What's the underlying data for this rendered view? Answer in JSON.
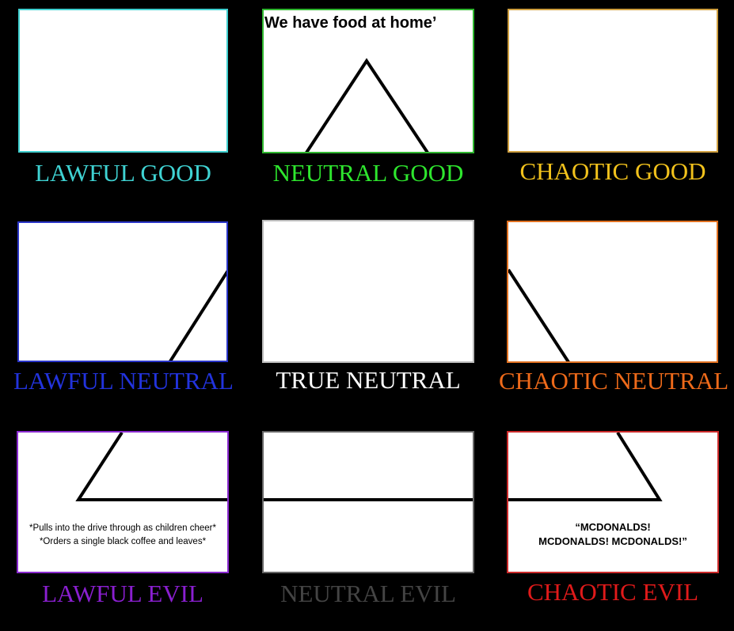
{
  "chart_grid": {
    "cells": [
      {
        "id": "lg",
        "label": "LAWFUL GOOD",
        "color": "#3fd3d3",
        "border": "#40d0d0"
      },
      {
        "id": "ng",
        "label": "NEUTRAL GOOD",
        "color": "#2ee62e",
        "border": "#2fb72f",
        "caption": "We have food at home’"
      },
      {
        "id": "cg",
        "label": "CHAOTIC GOOD",
        "color": "#f2c21c",
        "border": "#d0a040"
      },
      {
        "id": "ln",
        "label": "LAWFUL NEUTRAL",
        "color": "#2233dd",
        "border": "#2a35c8"
      },
      {
        "id": "tn",
        "label": "TRUE NEUTRAL",
        "color": "#ffffff",
        "border": "#bbbbbb"
      },
      {
        "id": "cn",
        "label": "CHAOTIC NEUTRAL",
        "color": "#ee6a1a",
        "border": "#e07020"
      },
      {
        "id": "le",
        "label": "LAWFUL EVIL",
        "color": "#8a1fd0",
        "border": "#8a2ad0",
        "caption_lines": [
          "*Pulls into the drive through as children cheer*",
          "*Orders a single black coffee and leaves*"
        ]
      },
      {
        "id": "ne",
        "label": "NEUTRAL EVIL",
        "color": "#444444",
        "border": "#666666"
      },
      {
        "id": "ce",
        "label": "CHAOTIC EVIL",
        "color": "#e01a1a",
        "border": "#cc2a2a",
        "caption_lines": [
          "“MCDONALDS!",
          "MCDONALDS! MCDONALDS!”"
        ]
      }
    ]
  }
}
